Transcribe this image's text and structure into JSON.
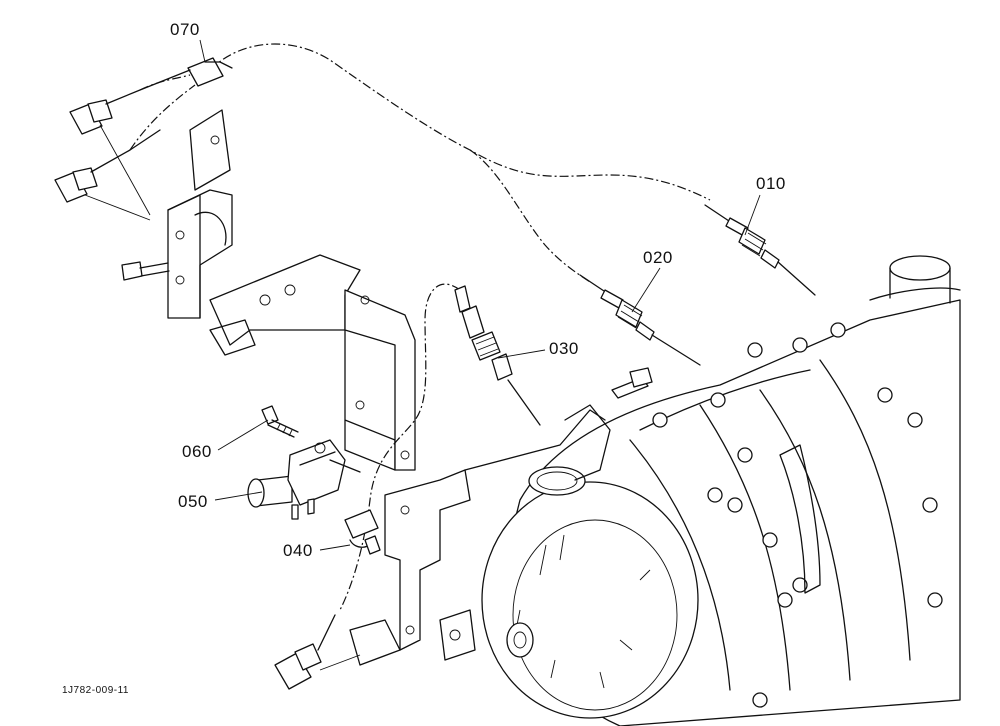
{
  "callouts": {
    "p010": "010",
    "p020": "020",
    "p030": "030",
    "p040": "040",
    "p050": "050",
    "p060": "060",
    "p070": "070"
  },
  "figure_code": "1J782-009-11",
  "colors": {
    "line": "#111111",
    "background": "#ffffff"
  }
}
